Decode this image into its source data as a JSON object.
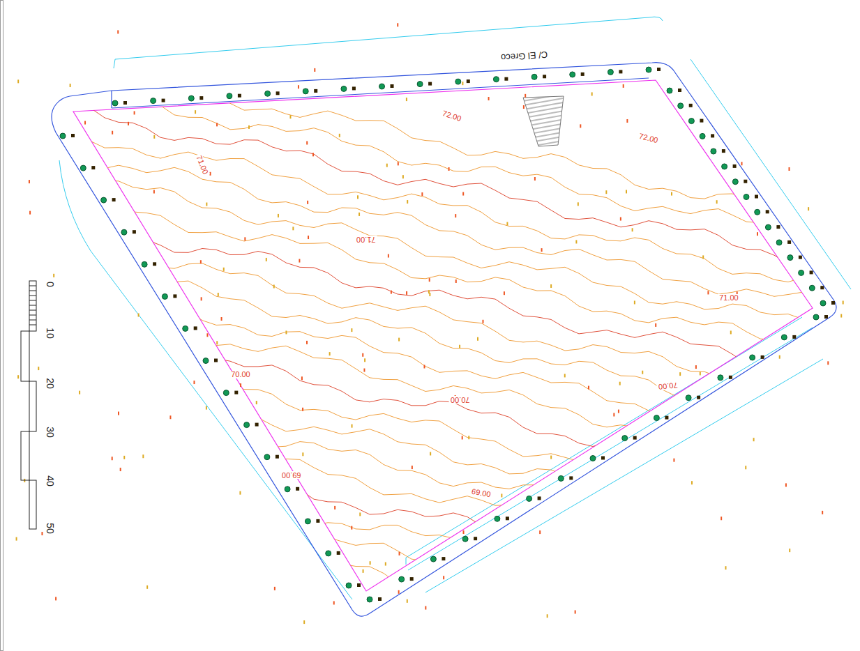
{
  "diagram": {
    "labels": [
      "C/ El Greco",
      "72.00",
      "72.00",
      "71.00",
      "71.00",
      "71.00",
      "70.00",
      "70.00",
      "70.00",
      "69.00",
      "69.00",
      "0",
      "10",
      "20",
      "30",
      "40",
      "50"
    ]
  }
}
